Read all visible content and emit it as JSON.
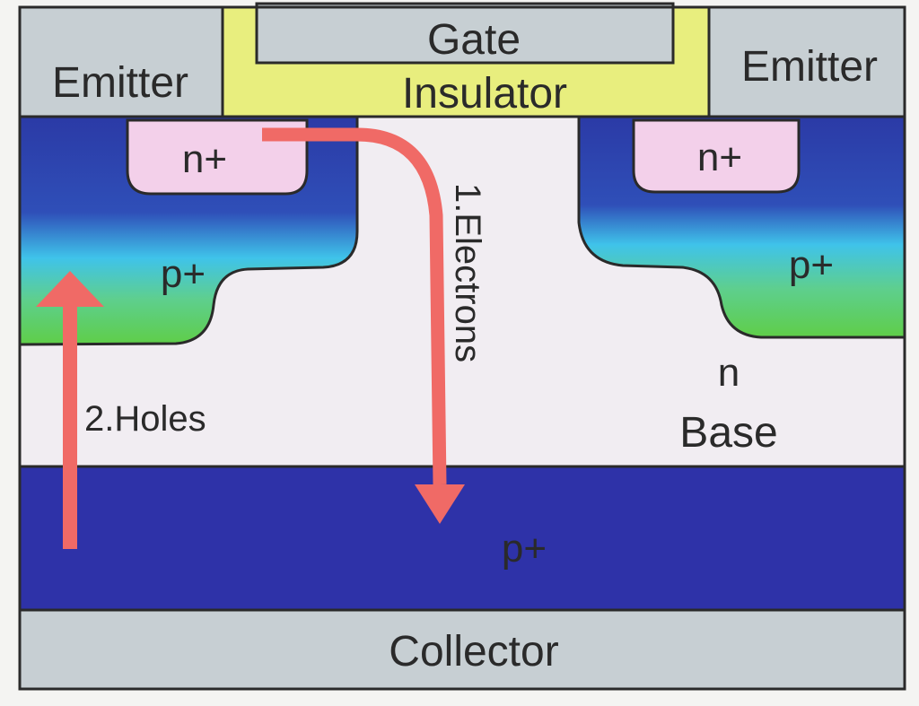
{
  "labels": {
    "gate": "Gate",
    "insulator": "Insulator",
    "emitter_left": "Emitter",
    "emitter_right": "Emitter",
    "n_plus_left": "n+",
    "n_plus_right": "n+",
    "p_plus_left": "p+",
    "p_plus_right": "p+",
    "n_region": "n",
    "base": "Base",
    "p_plus_collector_layer": "p+",
    "collector": "Collector",
    "electrons_arrow": "1.Electrons",
    "holes_arrow": "2.Holes"
  },
  "colors": {
    "metal": "#c7cfd3",
    "insulator": "#e8ee7e",
    "n_plus": "#f3d0ea",
    "p_well_top": "#2b3aa6",
    "p_well_mid": "#3fc3ea",
    "p_well_bottom": "#5fce48",
    "n_base": "#f1edf2",
    "p_plus_layer": "#2e32a8",
    "arrow": "#f06a66",
    "outline": "#2a2a2a"
  }
}
